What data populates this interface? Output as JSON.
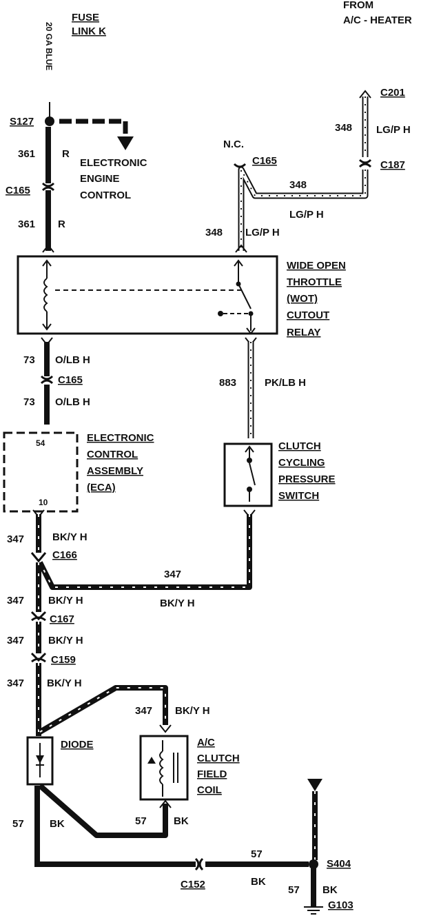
{
  "top_labels": {
    "fuse_link": [
      "FUSE",
      "LINK K"
    ],
    "from_ac_heater": [
      "FROM",
      "A/C - HEATER"
    ],
    "wire_20ga": "20 GA BLUE"
  },
  "connectors": {
    "s127": "S127",
    "c165_top_left": "C165",
    "c201": "C201",
    "c165_top_right": "C165",
    "c187_top": "C187",
    "c165_mid": "C165",
    "c166": "C166",
    "c167": "C167",
    "c159": "C159",
    "c152": "C152",
    "s404": "S404",
    "g103": "G103"
  },
  "wires": {
    "w361_a": {
      "num": "361",
      "color": "R"
    },
    "w361_b": {
      "num": "361",
      "color": "R"
    },
    "w348_a": {
      "num": "348",
      "color": "LG/P H"
    },
    "w348_b": {
      "num": "348",
      "color": "LG/P H"
    },
    "w348_c": {
      "num": "348",
      "color": "LG/P H"
    },
    "w73_a": {
      "num": "73",
      "color": "O/LB H"
    },
    "w73_b": {
      "num": "73",
      "color": "O/LB H"
    },
    "w883": {
      "num": "883",
      "color": "PK/LB H"
    },
    "w347_a": {
      "num": "347",
      "color": "BK/Y H"
    },
    "w347_b": {
      "num": "347",
      "color": "BK/Y H"
    },
    "w347_c": {
      "num": "347",
      "color": "BK/Y H"
    },
    "w347_d": {
      "num": "347",
      "color": "BK/Y H"
    },
    "w347_e": {
      "num": "347",
      "color": "BK/Y H"
    },
    "w347_f": {
      "num": "347",
      "color": "BK/Y H"
    },
    "w57_a": {
      "num": "57",
      "color": "BK"
    },
    "w57_b": {
      "num": "57",
      "color": "BK"
    },
    "w57_c": {
      "num": "57",
      "color": "BK"
    },
    "w57_d": {
      "num": "57",
      "color": "BK"
    }
  },
  "components": {
    "eec": [
      "ELECTRONIC",
      "ENGINE",
      "CONTROL"
    ],
    "nc": "N.C.",
    "wot_relay": [
      "WIDE OPEN",
      "THROTTLE",
      "(WOT)",
      "CUTOUT",
      "RELAY"
    ],
    "eca": [
      "ELECTRONIC",
      "CONTROL",
      "ASSEMBLY",
      "(ECA)"
    ],
    "eca_pin_top": "54",
    "eca_pin_bottom": "10",
    "ccps": [
      "CLUTCH",
      "CYCLING",
      "PRESSURE",
      "SWITCH"
    ],
    "diode": "DIODE",
    "ac_clutch": [
      "A/C",
      "CLUTCH",
      "FIELD",
      "COIL"
    ]
  }
}
